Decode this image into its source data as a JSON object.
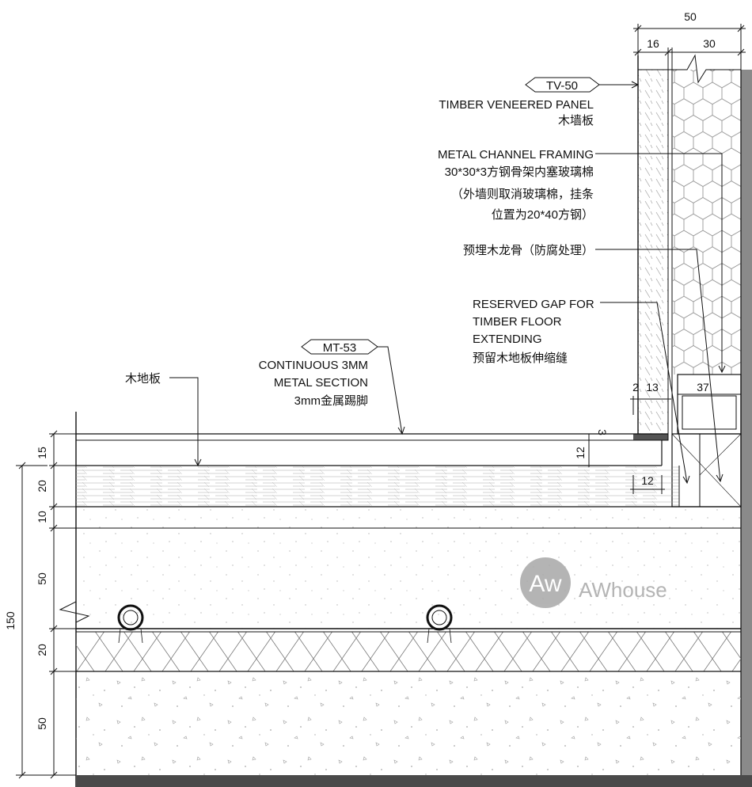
{
  "dimensions": {
    "top_total": "50",
    "top_panel": "16",
    "top_insulation": "30",
    "small_2": "2",
    "small_13": "13",
    "small_37": "37",
    "gap_3": "3",
    "skirting_12": "12",
    "gap_12": "12",
    "left_15": "15",
    "left_20a": "20",
    "left_10": "10",
    "left_50a": "50",
    "left_150": "150",
    "left_20b": "20",
    "left_50b": "50"
  },
  "tags": {
    "tv": "TV-50",
    "mt": "MT-53"
  },
  "labels": {
    "panel_en": "TIMBER VENEERED PANEL",
    "panel_cn": "木墙板",
    "framing_en": "METAL CHANNEL FRAMING",
    "framing_cn1": "30*30*3方钢骨架内塞玻璃棉",
    "framing_cn2": "（外墙则取消玻璃棉，挂条",
    "framing_cn3": "位置为20*40方钢）",
    "keel_cn": "预埋木龙骨（防腐处理）",
    "gap_en1": "RESERVED GAP FOR",
    "gap_en2": "TIMBER FLOOR",
    "gap_en3": "EXTENDING",
    "gap_cn": "预留木地板伸缩缝",
    "floor_cn": "木地板",
    "metal_en1": "CONTINUOUS 3MM",
    "metal_en2": "METAL SECTION",
    "metal_cn": "3mm金属踢脚"
  },
  "watermark": {
    "logo": "Aw",
    "text": "AWhouse"
  },
  "colors": {
    "line": "#111111",
    "hatch": "#9a9a9a",
    "watermark": "#a8a8a8",
    "wall_band": "#8a8a8a"
  }
}
